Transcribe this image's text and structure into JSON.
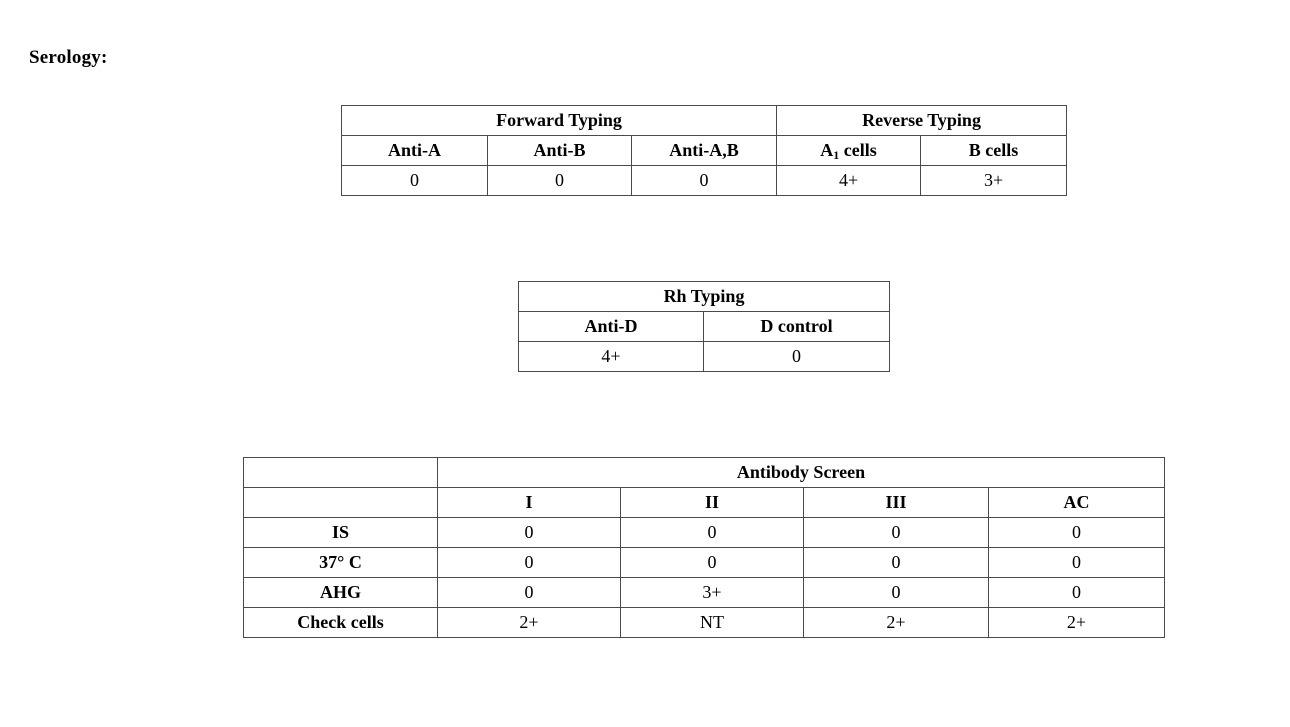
{
  "document": {
    "title": "Serology:"
  },
  "tables": {
    "typing": {
      "name": "Forward and Reverse Typing",
      "group_headers": [
        {
          "label": "Forward Typing",
          "span": 3
        },
        {
          "label": "Reverse Typing",
          "span": 2
        }
      ],
      "column_headers": [
        "Anti-A",
        "Anti-B",
        "Anti-A,B",
        "A1 cells",
        "B cells"
      ],
      "column_headers_display": {
        "anti_a": "Anti-A",
        "anti_b": "Anti-B",
        "anti_ab": "Anti-A,B",
        "a1_cells_base": "A",
        "a1_cells_sub": "1",
        "a1_cells_rest": " cells",
        "b_cells": "B cells"
      },
      "values": [
        "0",
        "0",
        "0",
        "4+",
        "3+"
      ]
    },
    "rh": {
      "name": "Rh Typing",
      "group_header": "Rh Typing",
      "column_headers": [
        "Anti-D",
        "D control"
      ],
      "values": [
        "4+",
        "0"
      ]
    },
    "antibody_screen": {
      "name": "Antibody Screen",
      "corner_label": "",
      "group_header": "Antibody Screen",
      "column_headers": [
        "I",
        "II",
        "III",
        "AC"
      ],
      "rows": [
        {
          "label": "IS",
          "values": [
            "0",
            "0",
            "0",
            "0"
          ]
        },
        {
          "label": "37° C",
          "values": [
            "0",
            "0",
            "0",
            "0"
          ]
        },
        {
          "label": "AHG",
          "values": [
            "0",
            "3+",
            "0",
            "0"
          ]
        },
        {
          "label": "Check cells",
          "values": [
            "2+",
            "NT",
            "2+",
            "2+"
          ]
        }
      ]
    }
  },
  "colors": {
    "background": "#ffffff",
    "text": "#000000",
    "border": "#4a4a4a"
  }
}
